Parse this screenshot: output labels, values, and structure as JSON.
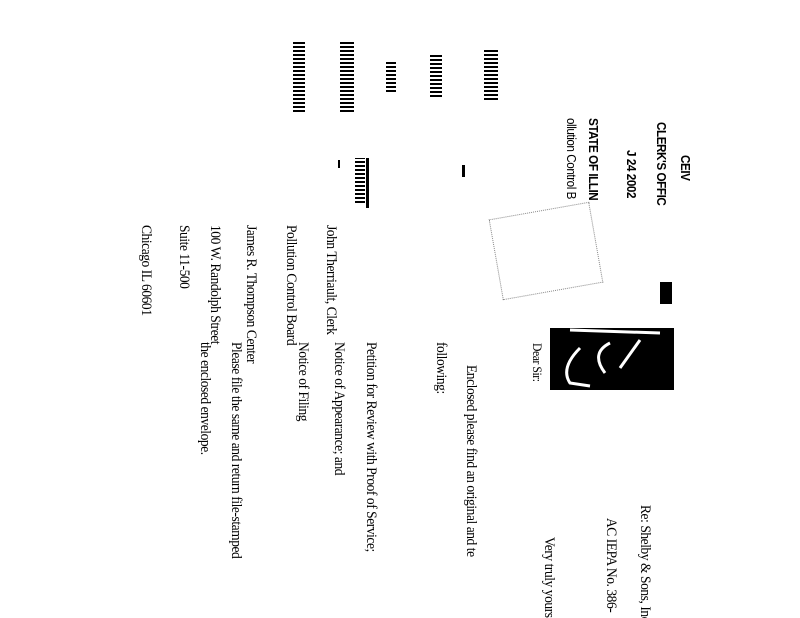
{
  "letter": {
    "re_line": "Re: Shelby & Sons, Inc.",
    "case_no": "AC IEPA No. 386-",
    "closing": "Very truly yours",
    "salutation": "Dear Sir:",
    "intro": "Enclosed please find an original and te",
    "intro_cont": "following:",
    "enclosures": [
      "Petition for Review with Proof of Service;",
      "Notice of Appearance; and",
      "Notice of Filing"
    ],
    "request": "Please file the same and return file-stamped",
    "request_cont": "the enclosed envelope."
  },
  "recipient": [
    "John Therriault, Clerk",
    "Pollution Control Board",
    "James R. Thompson Center",
    "100 W. Randolph Street",
    "Suite 11-500",
    "Chicago IL 60601"
  ],
  "stamp": {
    "received": "CEIV",
    "office": "CLERK'S OFFIC",
    "date": "J   24 2002",
    "state": "STATE OF ILLIN",
    "board": "ollution Control B"
  }
}
